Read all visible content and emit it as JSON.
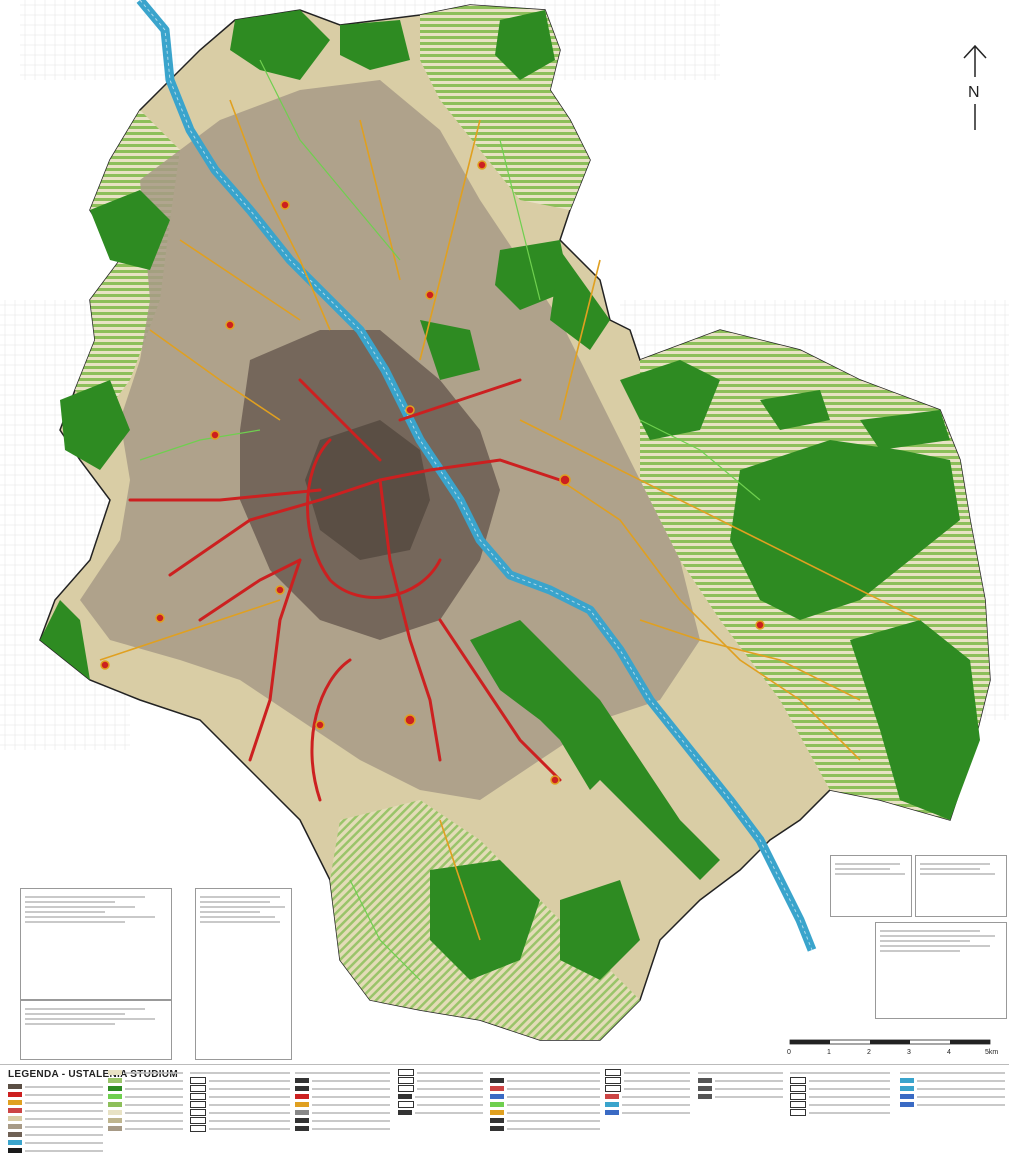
{
  "north_arrow": {
    "letter": "N"
  },
  "legend": {
    "title": "LEGENDA - USTALENIA STUDIUM"
  },
  "scale_bar": {
    "ticks": [
      "0",
      "1",
      "2",
      "3",
      "4",
      "5"
    ],
    "unit": "5km"
  },
  "colors": {
    "forest": "#2e8b22",
    "built_dense": "#6f6155",
    "built_medium": "#a79a86",
    "built_low": "#d9cda5",
    "agricultural": "#e8e2c4",
    "river": "#3aa4cc",
    "main_road": "#cc2020",
    "secondary_road": "#e0a020",
    "green_stripes": "#9ac46a",
    "district_border": "#222222"
  }
}
